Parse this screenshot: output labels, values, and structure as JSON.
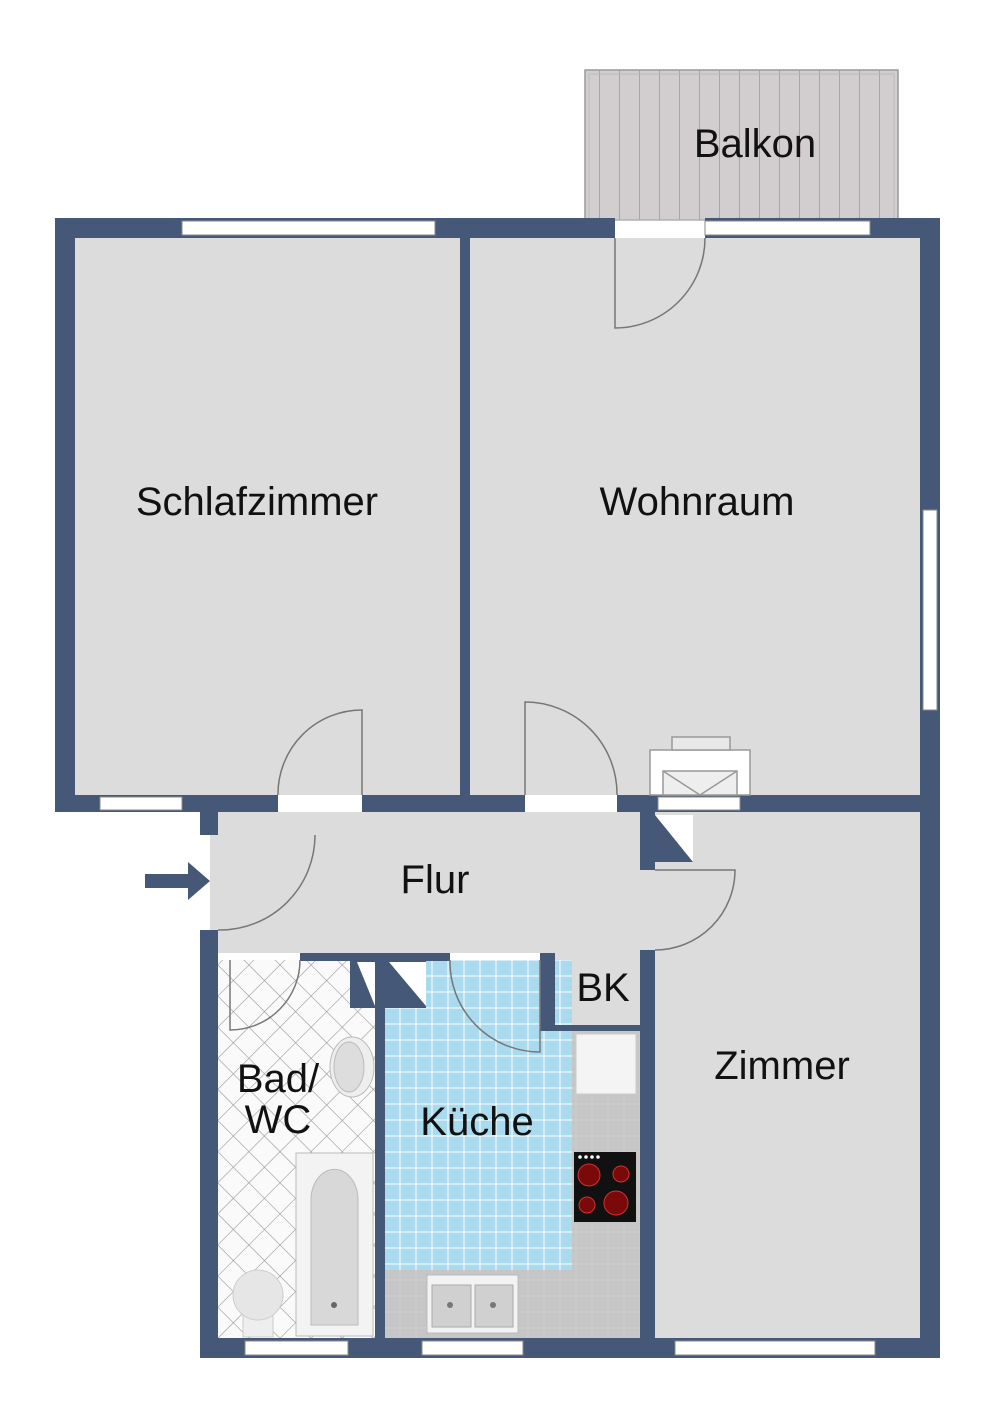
{
  "rooms": {
    "balkon": "Balkon",
    "schlafzimmer": "Schlafzimmer",
    "wohnraum": "Wohnraum",
    "flur": "Flur",
    "bk": "BK",
    "bad_line1": "Bad/",
    "bad_line2": "WC",
    "kueche": "Küche",
    "zimmer": "Zimmer"
  },
  "colors": {
    "wall": "#465878",
    "floor": "#dcdcdc",
    "kitchen_tile": "#9fd3ea",
    "balcony_wood": "#d2cdcf"
  },
  "icons": [
    "entrance-arrow-icon",
    "door-swing-icon",
    "window-icon",
    "bathtub-icon",
    "toilet-icon",
    "washbasin-icon",
    "stove-icon",
    "sink-icon",
    "fridge-icon",
    "radiator-icon"
  ]
}
